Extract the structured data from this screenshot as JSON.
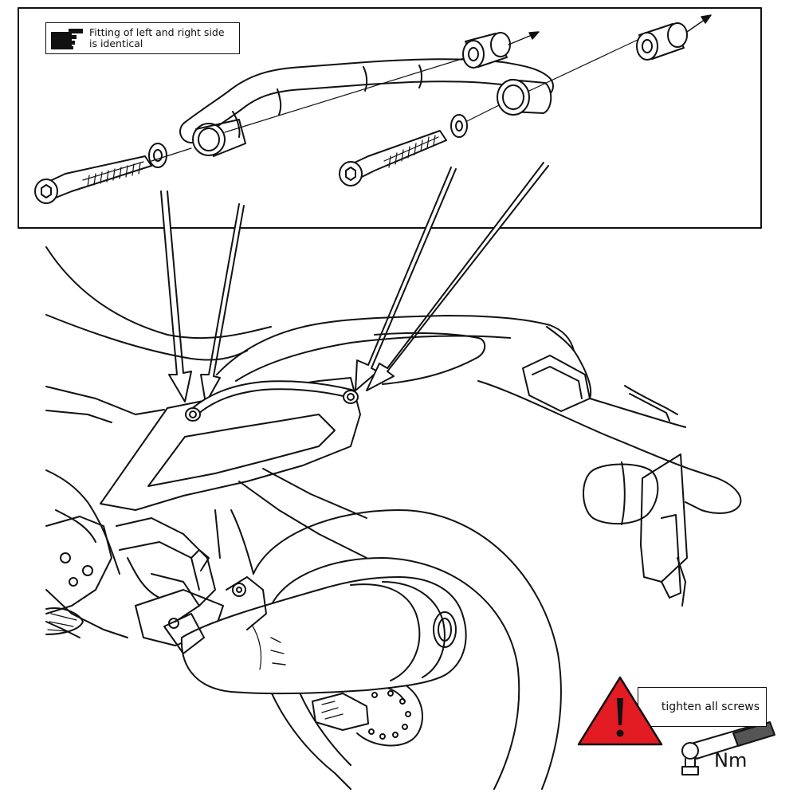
{
  "note": {
    "line1": "Fitting of left and right side",
    "line2": "is identical",
    "icon": "pointing-hand-icon"
  },
  "warning": {
    "text": "tighten all screws",
    "unit": "Nm",
    "icon": "warning-triangle-icon",
    "tool_icon": "torque-wrench-icon",
    "color": "#e31b23"
  }
}
